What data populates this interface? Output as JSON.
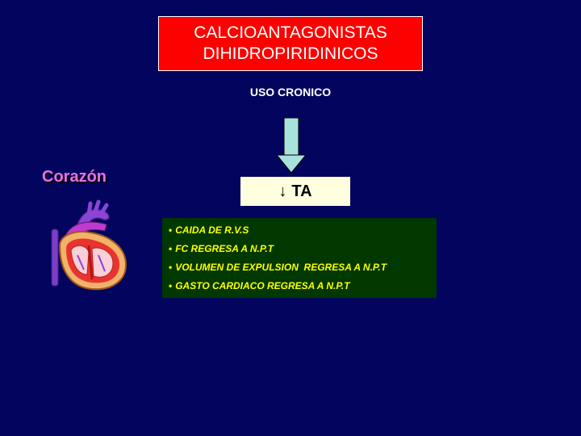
{
  "title": {
    "line1": "CALCIOANTAGONISTAS",
    "line2": "DIHIDROPIRIDINICOS"
  },
  "subtitle": "USO CRONICO",
  "result_box": {
    "arrow_symbol": "↓",
    "label": "TA"
  },
  "heart_label": "Corazón",
  "effects": [
    "CAIDA DE R.V.S",
    "FC REGRESA A N.P.T",
    "VOLUMEN DE EXPULSION  REGRESA A N.P.T",
    "GASTO CARDIACO REGRESA A N.P.T"
  ],
  "colors": {
    "background": "#03045e",
    "title_box": "#fd0000",
    "result_box": "#ffffe0",
    "effects_box": "#003800",
    "effects_text": "#ffff00",
    "arrow": "#a8e2dc",
    "heart_label": "#e96fe9"
  }
}
